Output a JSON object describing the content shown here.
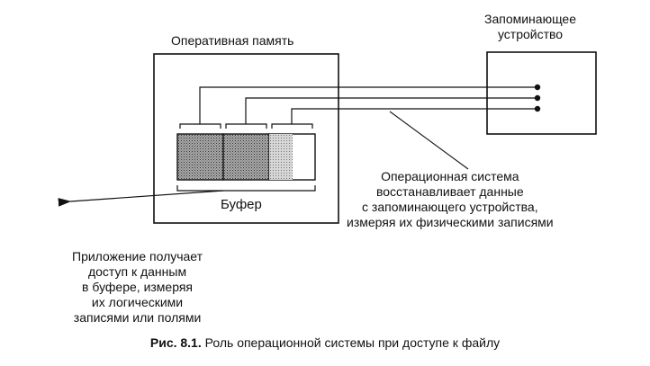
{
  "diagram": {
    "ram_label": "Оперативная память",
    "storage_label": [
      "Запоминающее",
      "устройство"
    ],
    "buffer_label": "Буфер",
    "os_label": [
      "Операционная система",
      "восстанавливает данные",
      "с запоминающего устройства,",
      "измеряя их физическими записями"
    ],
    "app_label": [
      "Приложение получает",
      "доступ к данным",
      "в буфере, измеряя",
      "их логическими",
      "записями или полями"
    ]
  },
  "caption": {
    "prefix": "Рис. 8.1.",
    "text": "Роль операционной системы при доступе к файлу"
  },
  "colors": {
    "stroke": "#111111",
    "buffer_fill": "#8a8a8a",
    "buffer_fill_light": "#c4c4c4"
  }
}
